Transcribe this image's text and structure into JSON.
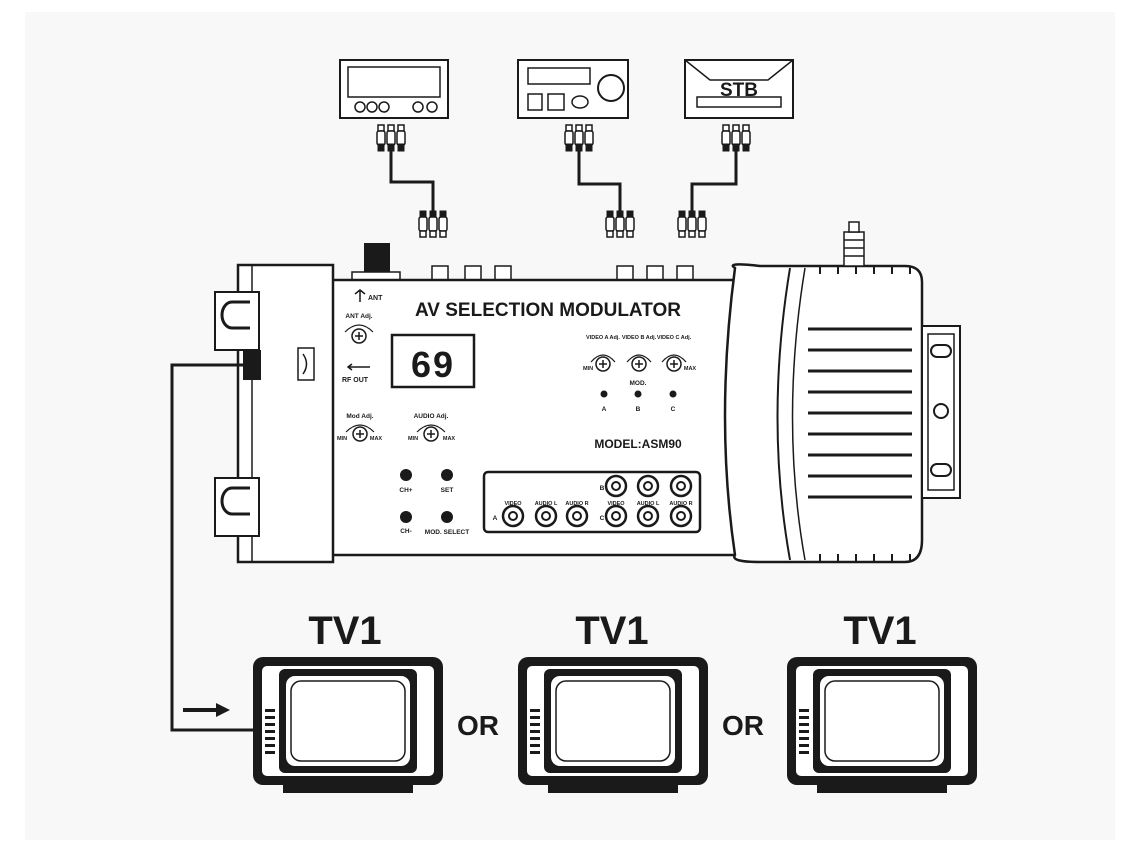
{
  "devices": [
    {
      "name": "dvd-player",
      "label": ""
    },
    {
      "name": "vcr",
      "label": ""
    },
    {
      "name": "set-top-box",
      "label": "STB"
    }
  ],
  "modulator": {
    "title": "AV SELECTION MODULATOR",
    "model": "MODEL:ASM90",
    "channel_display": "69",
    "ant_label": "ANT",
    "ant_adj_label": "ANT Adj.",
    "rf_out_label": "RF OUT",
    "mod_adj_label": "Mod Adj.",
    "audio_adj_label": "AUDIO Adj.",
    "min_label": "MIN",
    "max_label": "MAX",
    "video_adj_labels": [
      "VIDEO A Adj.",
      "VIDEO B Adj.",
      "VIDEO C Adj."
    ],
    "mod_label": "MOD.",
    "mod_leds": [
      "A",
      "B",
      "C"
    ],
    "buttons": {
      "ch_up": "CH+",
      "set": "SET",
      "ch_down": "CH-",
      "mod_select": "MOD. SELECT"
    },
    "jack_labels": [
      "VIDEO",
      "AUDIO L",
      "AUDIO R"
    ],
    "jack_group_labels": [
      "A",
      "B",
      "C"
    ]
  },
  "tvs": [
    {
      "label": "TV1"
    },
    {
      "label": "TV1"
    },
    {
      "label": "TV1"
    }
  ],
  "or_label": "OR",
  "colors": {
    "ink": "#1a1a1a",
    "panel": "#ffffff",
    "background": "#f8f8f8"
  }
}
